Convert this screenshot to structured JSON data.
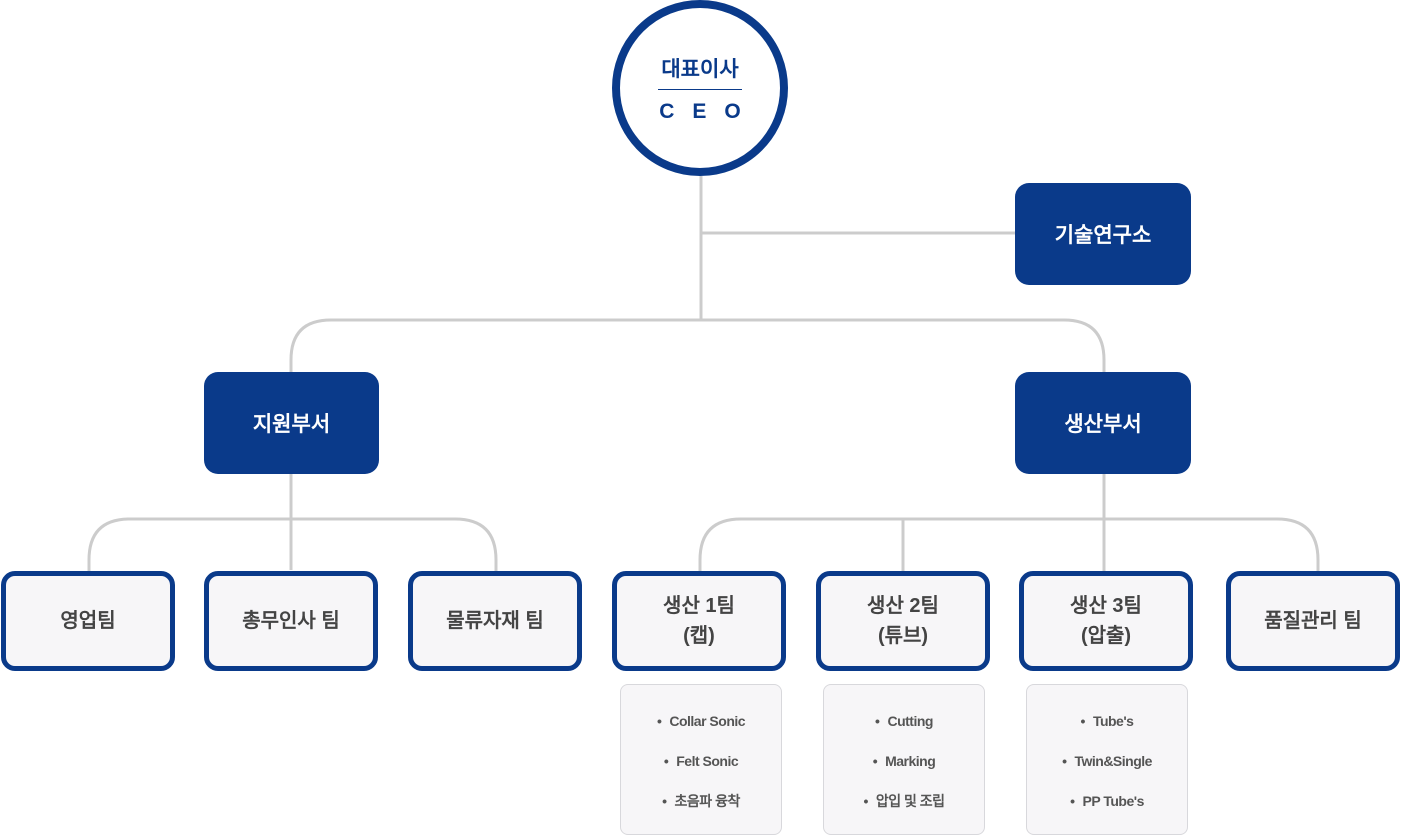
{
  "ceo": {
    "title_ko": "대표이사",
    "title_en": "CEO"
  },
  "rnd": {
    "label": "기술연구소"
  },
  "departments": [
    {
      "label": "지원부서"
    },
    {
      "label": "생산부서"
    }
  ],
  "support_teams": [
    {
      "label": "영업팀"
    },
    {
      "label": "총무인사 팀"
    },
    {
      "label": "물류자재 팀"
    }
  ],
  "production_teams": [
    {
      "line1": "생산 1팀",
      "line2": "(캡)",
      "tasks": [
        "Collar Sonic",
        "Felt Sonic",
        "초음파 융착"
      ]
    },
    {
      "line1": "생산 2팀",
      "line2": "(튜브)",
      "tasks": [
        "Cutting",
        "Marking",
        "압입 및 조립"
      ]
    },
    {
      "line1": "생산 3팀",
      "line2": "(압출)",
      "tasks": [
        "Tube's",
        "Twin&Single",
        "PP Tube's"
      ]
    },
    {
      "line1": "품질관리 팀",
      "line2": "",
      "tasks": []
    }
  ],
  "colors": {
    "primary": "#0a3a8a",
    "connector": "#cccccc",
    "team_fill": "#f7f6f8"
  }
}
